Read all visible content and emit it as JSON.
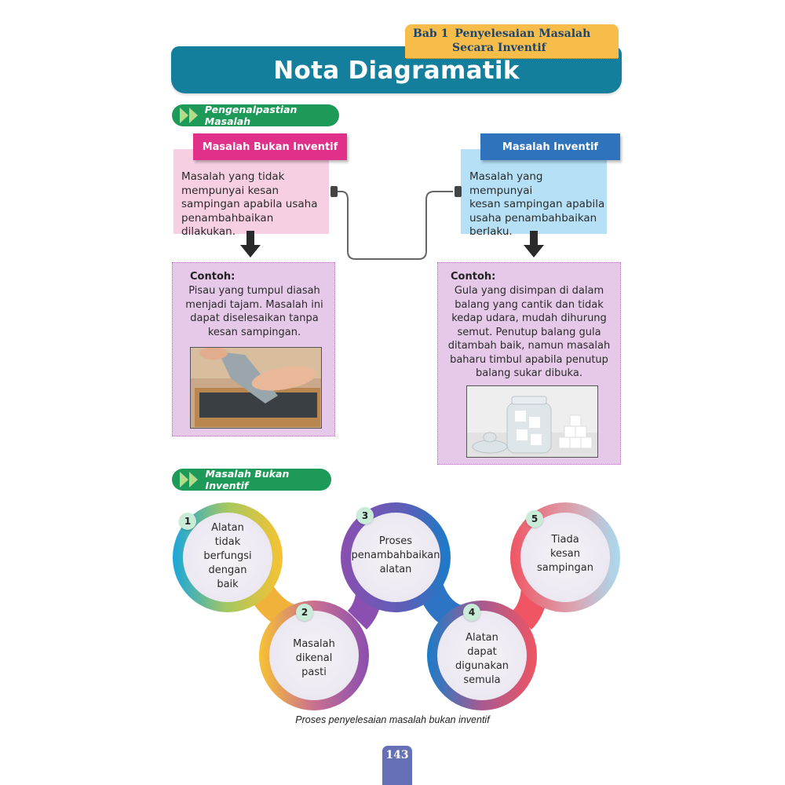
{
  "header": {
    "chapter_number": "Bab 1",
    "chapter_title_line1": "Penyelesaian Masalah",
    "chapter_title_line2": "Secara Inventif",
    "page_title": "Nota Diagramatik"
  },
  "section1": {
    "label": "Pengenalpastian Masalah",
    "left": {
      "heading": "Masalah Bukan Inventif",
      "definition": [
        "Masalah yang tidak",
        "mempunyai kesan",
        "sampingan apabila usaha",
        "penambahbaikan dilakukan."
      ],
      "example_label": "Contoh:",
      "example_text": [
        "Pisau yang tumpul diasah",
        "menjadi tajam. Masalah ini",
        "dapat diselesaikan tanpa",
        "kesan sampingan."
      ],
      "image": "knife-sharpening-photo"
    },
    "right": {
      "heading": "Masalah Inventif",
      "definition": [
        "Masalah yang mempunyai",
        "kesan sampingan apabila",
        "usaha penambahbaikan",
        "berlaku."
      ],
      "example_label": "Contoh:",
      "example_text": [
        "Gula yang disimpan di dalam",
        "balang yang cantik dan tidak",
        "kedap udara, mudah dihurung",
        "semut. Penutup balang gula",
        "ditambah baik, namun masalah",
        "baharu timbul apabila penutup",
        "balang sukar dibuka."
      ],
      "image": "sugar-jar-photo"
    }
  },
  "section2": {
    "label": "Masalah Bukan Inventif",
    "steps": [
      {
        "number": "1",
        "lines": [
          "Alatan",
          "tidak",
          "berfungsi",
          "dengan",
          "baik"
        ]
      },
      {
        "number": "2",
        "lines": [
          "Masalah",
          "dikenal",
          "pasti"
        ]
      },
      {
        "number": "3",
        "lines": [
          "Proses",
          "penambahbaikan",
          "alatan"
        ]
      },
      {
        "number": "4",
        "lines": [
          "Alatan",
          "dapat",
          "digunakan",
          "semula"
        ]
      },
      {
        "number": "5",
        "lines": [
          "Tiada",
          "kesan",
          "sampingan"
        ]
      }
    ],
    "caption": "Proses penyelesaian masalah bukan inventif"
  },
  "footer": {
    "page_number": "143"
  },
  "colors": {
    "banner": "#137f9d",
    "chapter_tab": "#f6bd4a",
    "section_pill": "#1e9a58",
    "pink_heading": "#e0308a",
    "pink_box": "#f7cfe3",
    "blue_heading": "#2f73bd",
    "blue_box": "#b5e0f6",
    "example_box": "#e6c9e8",
    "page_tab": "#6670b6"
  }
}
